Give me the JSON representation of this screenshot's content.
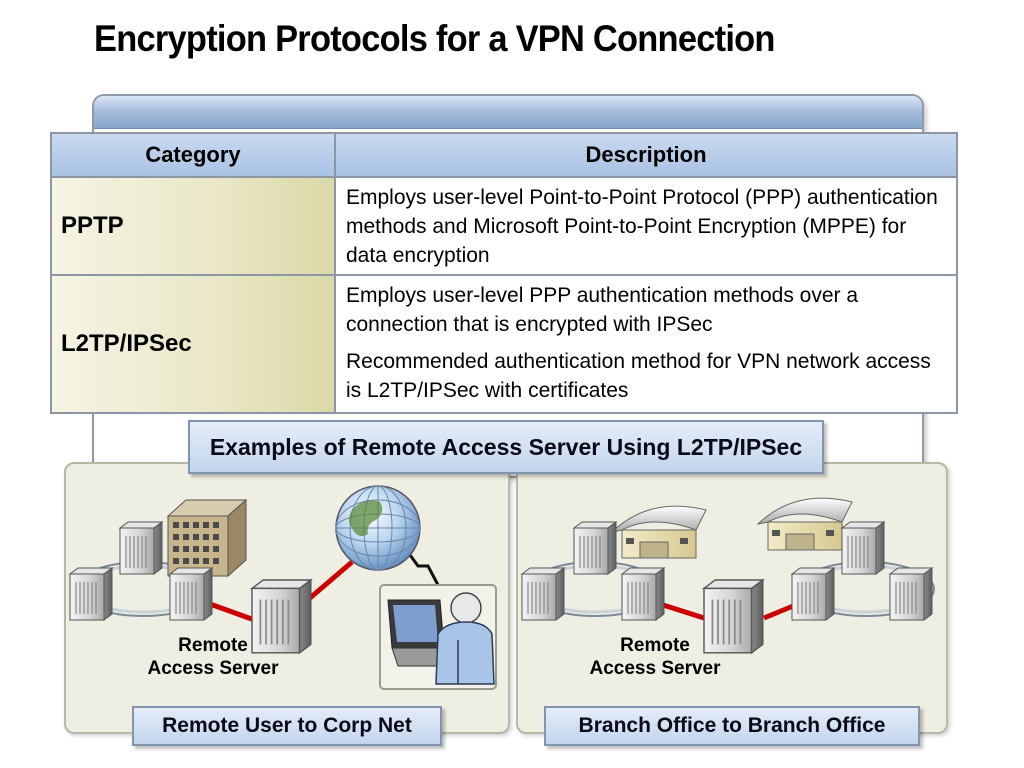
{
  "title": "Encryption Protocols for a VPN Connection",
  "table": {
    "headers": {
      "category": "Category",
      "description": "Description"
    },
    "rows": [
      {
        "category": "PPTP",
        "descriptions": [
          "Employs user-level Point-to-Point Protocol (PPP) authentication methods and Microsoft Point-to-Point Encryption (MPPE) for data encryption"
        ]
      },
      {
        "category": "L2TP/IPSec",
        "descriptions": [
          "Employs user-level PPP authentication methods over a connection that is encrypted with IPSec",
          "Recommended authentication method for VPN network access is L2TP/IPSec with certificates"
        ]
      }
    ]
  },
  "examples": {
    "banner": "Examples of Remote Access Server Using L2TP/IPSec",
    "left": {
      "server_label_line1": "Remote",
      "server_label_line2": "Access Server",
      "caption": "Remote User to Corp Net"
    },
    "right": {
      "server_label_line1": "Remote",
      "server_label_line2": "Access Server",
      "caption": "Branch Office to Branch Office"
    }
  },
  "colors": {
    "link": "#cc0000",
    "header_fill": "#a9c2e3",
    "category_fill": "#e9e7c6"
  },
  "icons": [
    "server-icon",
    "office-building-icon",
    "globe-icon",
    "laptop-user-icon",
    "warehouse-icon"
  ]
}
